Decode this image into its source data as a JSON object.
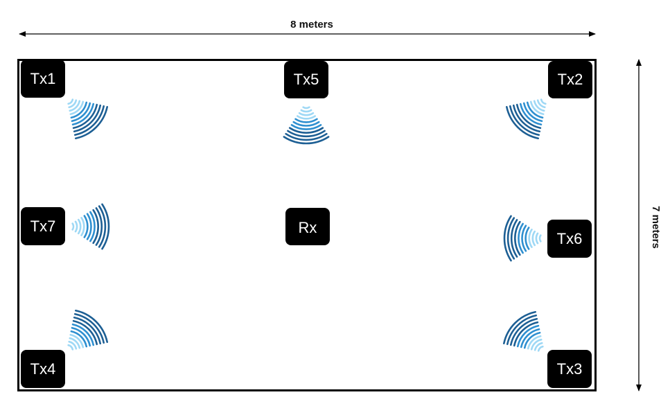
{
  "width_label": "8 meters",
  "height_label": "7 meters",
  "colors": {
    "wave_dark": "#1d5f94",
    "wave_mid": "#2e8fd0",
    "wave_light": "#9ed8f5",
    "node": "#000000",
    "node_text": "#ffffff"
  },
  "transmitters": [
    {
      "id": "tx1",
      "label": "Tx1",
      "icon": "signal-waves-icon"
    },
    {
      "id": "tx5",
      "label": "Tx5",
      "icon": "signal-waves-icon"
    },
    {
      "id": "tx2",
      "label": "Tx2",
      "icon": "signal-waves-icon"
    },
    {
      "id": "tx7",
      "label": "Tx7",
      "icon": "signal-waves-icon"
    },
    {
      "id": "tx6",
      "label": "Tx6",
      "icon": "signal-waves-icon"
    },
    {
      "id": "tx4",
      "label": "Tx4",
      "icon": "signal-waves-icon"
    },
    {
      "id": "tx3",
      "label": "Tx3",
      "icon": "signal-waves-icon"
    }
  ],
  "receiver": {
    "id": "rx",
    "label": "Rx"
  }
}
